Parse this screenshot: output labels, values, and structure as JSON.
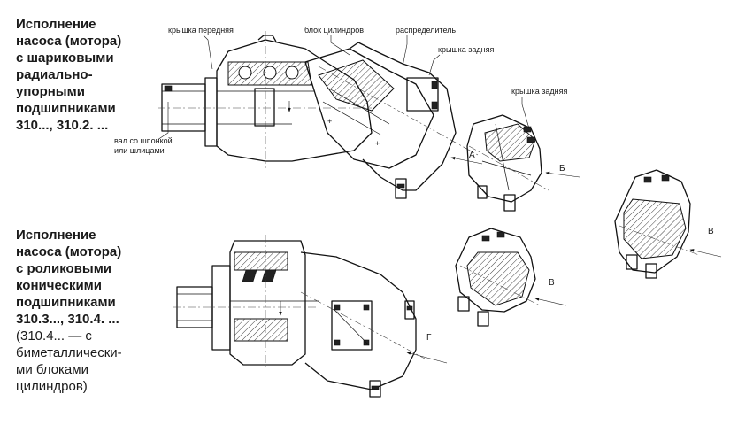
{
  "titles": {
    "ball": [
      "Исполнение",
      "насоса (мотора)",
      "с шариковыми",
      "радиально-",
      "упорными",
      "подшипниками",
      "310..., 310.2. ..."
    ],
    "roller": [
      "Исполнение",
      "насоса (мотора)",
      "с роликовыми",
      "коническими",
      "подшипниками",
      "310.3..., 310.4. ..."
    ],
    "roller_note": [
      "(310.4... — с",
      "биметаллически-",
      "ми блоками",
      "цилиндров)"
    ]
  },
  "callouts": {
    "front_cover": "крышка передняя",
    "cylinder_block": "блок цилиндров",
    "distributor": "распределитель",
    "rear_cover_1": "крышка задняя",
    "rear_cover_2": "крышка задняя",
    "shaft": [
      "вал со шпонкой",
      "или шлицами"
    ]
  },
  "view_letters": {
    "a": "А",
    "b": "Б",
    "v1": "В",
    "v2": "В",
    "g": "Г"
  }
}
